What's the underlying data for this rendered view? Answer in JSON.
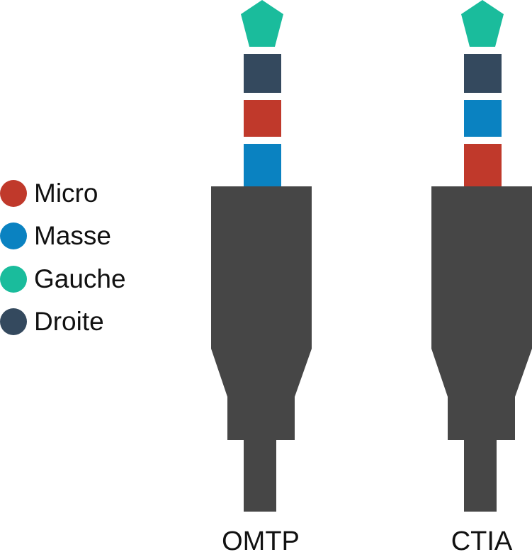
{
  "colors": {
    "micro": "#c0392b",
    "masse": "#0a82c1",
    "gauche": "#1abc9c",
    "droite": "#34495e",
    "plug_body": "#464646"
  },
  "legend": [
    {
      "label": "Micro",
      "color": "#c0392b"
    },
    {
      "label": "Masse",
      "color": "#0a82c1"
    },
    {
      "label": "Gauche",
      "color": "#1abc9c"
    },
    {
      "label": "Droite",
      "color": "#34495e"
    }
  ],
  "plugs": [
    {
      "name": "OMTP",
      "tip": "Gauche",
      "ring1": "Droite",
      "ring2": "Micro",
      "sleeve": "Masse"
    },
    {
      "name": "CTIA",
      "tip": "Gauche",
      "ring1": "Droite",
      "ring2": "Masse",
      "sleeve": "Micro"
    }
  ]
}
